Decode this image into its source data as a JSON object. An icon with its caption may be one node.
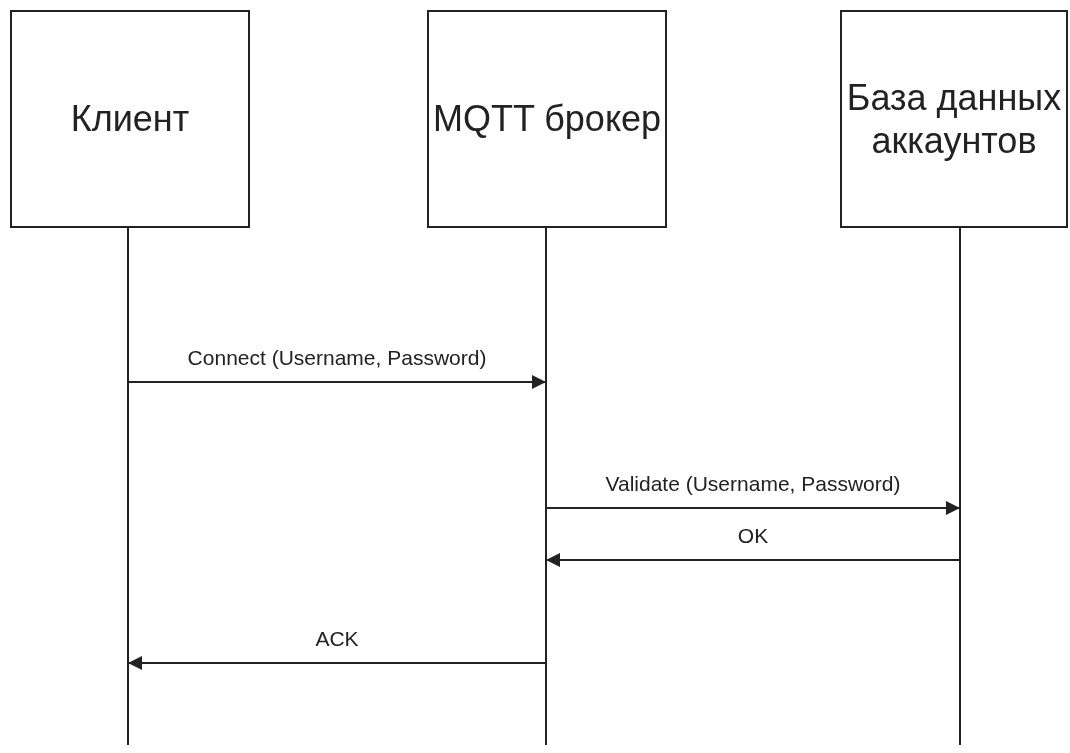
{
  "diagram": {
    "nodes": [
      {
        "text": [
          "Клиент"
        ]
      },
      {
        "text": [
          "MQTT брокер"
        ]
      },
      {
        "text": [
          "База данных аккаунтов"
        ]
      }
    ],
    "edges": [
      {
        "from": 0,
        "to": 1,
        "arrow": "to",
        "label": "Connect (Username, Password)"
      },
      {
        "from": 1,
        "to": 2,
        "arrow": "to",
        "label": "Validate (Username, Password)"
      },
      {
        "from": 2,
        "to": 1,
        "arrow": "to",
        "label": "OK"
      },
      {
        "from": 1,
        "to": 0,
        "arrow": "to",
        "label": "ACK"
      }
    ]
  }
}
